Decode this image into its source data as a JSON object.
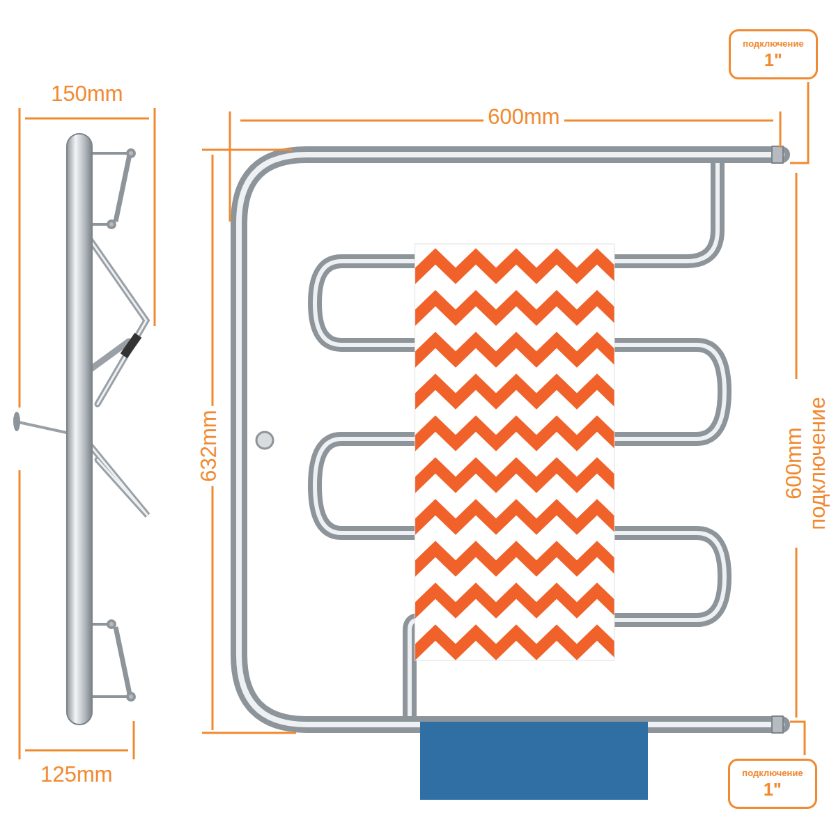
{
  "diagram": {
    "nodes": [
      {
        "text": [
          "подключение",
          "1\""
        ]
      },
      {
        "text": [
          "подключение",
          "1\""
        ]
      }
    ],
    "labels": [
      "150mm",
      "600mm",
      "632mm",
      "600mm подключение",
      "125mm"
    ]
  }
}
